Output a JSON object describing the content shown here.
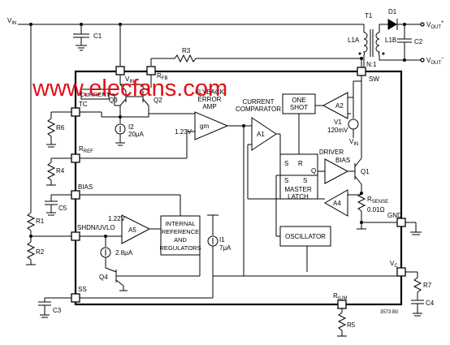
{
  "watermark": "www.elecfans.com",
  "pins": {
    "vin_pin": "V",
    "vin_pin_sub": "IN",
    "rfb_pin": "R",
    "rfb_pin_sub": "FB",
    "sw": "SW",
    "tc": "TC",
    "rref": "R",
    "rref_sub": "REF",
    "bias": "BIAS",
    "shdn": "SHDN/UVLO",
    "ss": "SS",
    "gnd": "GND",
    "vc": "V",
    "vc_sub": "C",
    "rilim": "R",
    "rilim_sub": "ILIM"
  },
  "external": {
    "vin": "V",
    "vin_sub": "IN",
    "c1": "C1",
    "r3": "R3",
    "t1": "T1",
    "d1": "D1",
    "l1a": "L1A",
    "l1b": "L1B",
    "n1": "N:1",
    "c2": "C2",
    "vout_pos": "V",
    "vout_pos_sub": "OUT",
    "vout_pos_sup": "+",
    "vout_neg": "V",
    "vout_neg_sub": "OUT",
    "vout_neg_sup": "–",
    "r6": "R6",
    "r4": "R4",
    "c5": "C5",
    "r1": "R1",
    "r2": "R2",
    "c3": "C3",
    "r5": "R5",
    "r7": "R7",
    "c4": "C4"
  },
  "internal": {
    "current": "CURRENT",
    "q3": "Q3",
    "q2": "Q2",
    "i2": "I2",
    "i2_val": "20μA",
    "flyback1": "FLYBACK",
    "flyback2": "ERROR",
    "flyback3": "AMP",
    "gm": "gm",
    "v123_a": "1.23V",
    "cc1": "CURRENT",
    "cc2": "COMPARATOR",
    "a1": "A1",
    "a2": "A2",
    "a4": "A4",
    "a5": "A5",
    "oneshot1": "ONE",
    "oneshot2": "SHOT",
    "v1": "V1",
    "v1_val": "120mV",
    "v1_vin": "V",
    "v1_vin_sub": "IN",
    "latch_s": "S",
    "latch_r": "R",
    "latch_q": "Q",
    "latch_s2": "S",
    "latch_s3": "S",
    "master1": "MASTER",
    "master2": "LATCH",
    "driver": "DRIVER",
    "driver_bias": "BIAS",
    "q1": "Q1",
    "rsense": "R",
    "rsense_sub": "SENSE",
    "rsense_val": "0.01Ω",
    "oscillator": "OSCILLATOR",
    "v122": "1.22V",
    "irr1": "INTERNAL",
    "irr2": "REFERENCE",
    "irr3": "AND",
    "irr4": "REGULATORS",
    "i1": "I1",
    "i1_val": "7μA",
    "i28": "2.8μA",
    "q4": "Q4",
    "code": "3573 B0"
  }
}
